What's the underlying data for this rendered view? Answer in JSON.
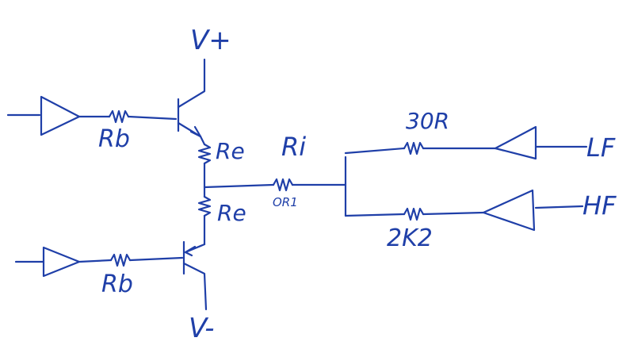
{
  "colors": {
    "ink": "#1f3fa8",
    "background": "#ffffff"
  },
  "labels": {
    "v_plus": "V+",
    "v_minus": "V-",
    "rb_top": "Rb",
    "rb_bottom": "Rb",
    "re_top": "Re",
    "re_bottom": "Re",
    "ri": "Ri",
    "ri_value": "OR1",
    "r_lf_value": "30R",
    "r_hf_value": "2K2",
    "lf": "LF",
    "hf": "HF"
  }
}
